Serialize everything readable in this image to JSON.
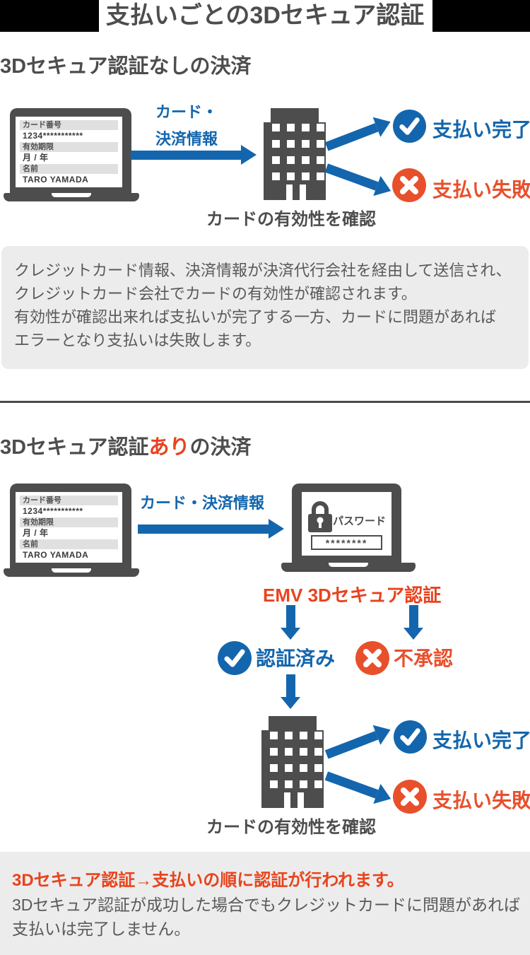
{
  "header": {
    "title": "支払いごとの3Dセキュア認証"
  },
  "colors": {
    "blue": "#1366ad",
    "orange": "#e8502c",
    "red_orange": "#e8431f",
    "dark_gray": "#4d4d4d",
    "box_gray": "#ececec",
    "bar_black": "#000000"
  },
  "card_form": {
    "number_label": "カード番号",
    "number_value": "1234***********",
    "expiry_label": "有効期限",
    "expiry_value": "月 / 年",
    "name_label": "名前",
    "name_value": "TARO YAMADA"
  },
  "section_no_3ds": {
    "heading": "3Dセキュア認証なしの決済",
    "arrow_label_line1": "カード・",
    "arrow_label_line2": "決済情報",
    "building_caption": "カードの有効性を確認",
    "payment_success": "支払い完了",
    "payment_fail": "支払い失敗",
    "note_lines": [
      "クレジットカード情報、決済情報が決済代行会社を経由して送信され、",
      "クレジットカード会社でカードの有効性が確認されます。",
      "有効性が確認出来れば支払いが完了する一方、カードに問題があれば",
      "エラーとなり支払いは失敗します。"
    ]
  },
  "section_with_3ds": {
    "heading_prefix": "3Dセキュア認証",
    "heading_accent": "あり",
    "heading_suffix": "の決済",
    "arrow_label": "カード・決済情報",
    "password_label": "パスワード",
    "password_value": "********",
    "emv_label": "EMV 3Dセキュア認証",
    "auth_ok": "認証済み",
    "auth_ng": "不承認",
    "building_caption": "カードの有効性を確認",
    "payment_success": "支払い完了",
    "payment_fail": "支払い失敗",
    "note_emphasis": "3Dセキュア認証→支払いの順に認証が行われます。",
    "note_lines": [
      "3Dセキュア認証が成功した場合でもクレジットカードに問題があれば",
      "支払いは完了しません。"
    ]
  }
}
